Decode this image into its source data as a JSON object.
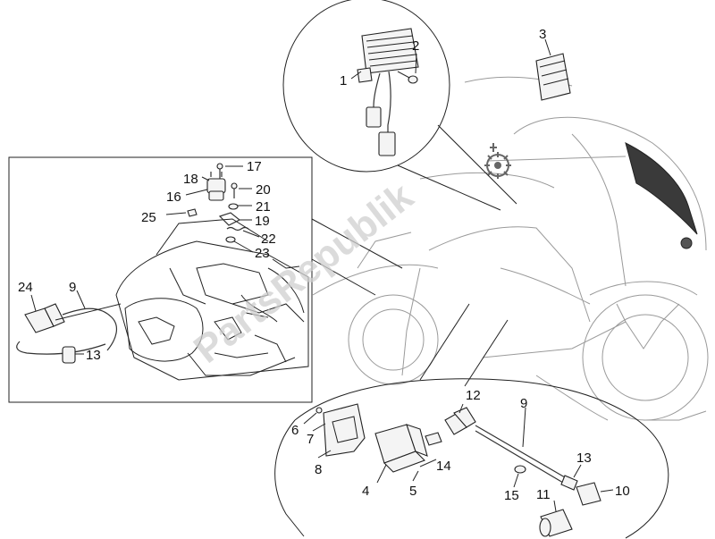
{
  "watermark": "PartsRepublik",
  "callouts": [
    {
      "id": "c1",
      "label": "1"
    },
    {
      "id": "c2",
      "label": "2"
    },
    {
      "id": "c3",
      "label": "3"
    },
    {
      "id": "c4",
      "label": "4"
    },
    {
      "id": "c5",
      "label": "5"
    },
    {
      "id": "c6",
      "label": "6"
    },
    {
      "id": "c7",
      "label": "7"
    },
    {
      "id": "c8",
      "label": "8"
    },
    {
      "id": "c9a",
      "label": "9"
    },
    {
      "id": "c9b",
      "label": "9"
    },
    {
      "id": "c10",
      "label": "10"
    },
    {
      "id": "c11",
      "label": "11"
    },
    {
      "id": "c12",
      "label": "12"
    },
    {
      "id": "c13a",
      "label": "13"
    },
    {
      "id": "c13b",
      "label": "13"
    },
    {
      "id": "c14",
      "label": "14"
    },
    {
      "id": "c15",
      "label": "15"
    },
    {
      "id": "c16",
      "label": "16"
    },
    {
      "id": "c17",
      "label": "17"
    },
    {
      "id": "c18",
      "label": "18"
    },
    {
      "id": "c19",
      "label": "19"
    },
    {
      "id": "c20",
      "label": "20"
    },
    {
      "id": "c21",
      "label": "21"
    },
    {
      "id": "c22",
      "label": "22"
    },
    {
      "id": "c23",
      "label": "23"
    },
    {
      "id": "c24",
      "label": "24"
    },
    {
      "id": "c25",
      "label": "25"
    }
  ]
}
